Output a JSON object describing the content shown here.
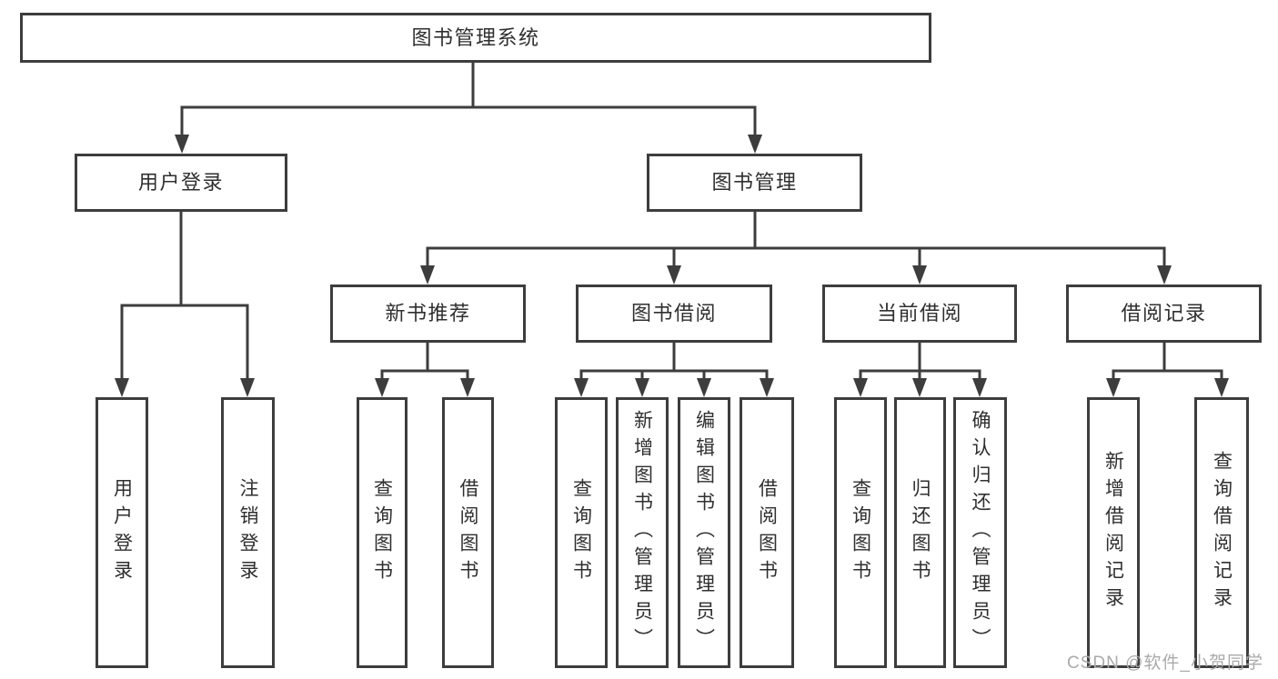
{
  "tree": {
    "root": "图书管理系统",
    "branches": [
      {
        "label": "用户登录",
        "children": [
          "用户登录",
          "注销登录"
        ]
      },
      {
        "label": "图书管理",
        "groups": [
          {
            "label": "新书推荐",
            "children": [
              "查询图书",
              "借阅图书"
            ]
          },
          {
            "label": "图书借阅",
            "children": [
              "查询图书",
              "新增图书（管理员）",
              "编辑图书（管理员）",
              "借阅图书"
            ]
          },
          {
            "label": "当前借阅",
            "children": [
              "查询图书",
              "归还图书",
              "确认归还（管理员）"
            ]
          },
          {
            "label": "借阅记录",
            "children": [
              "新增借阅记录",
              "查询借阅记录"
            ]
          }
        ]
      }
    ]
  },
  "watermark": {
    "text": "CSDN @软件_小贺同学"
  },
  "colors": {
    "line": "#3d3d3d",
    "text": "#2f2f2f",
    "watermark": "#aaaaaa",
    "background": "#ffffff"
  }
}
